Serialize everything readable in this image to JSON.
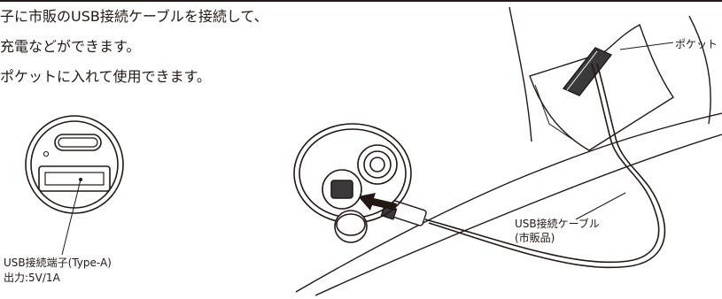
{
  "text": {
    "line1": "子に市販のUSB接続ケーブルを接続して、",
    "line2": "充電などができます。",
    "line3": "ポケットに入れて使用できます。"
  },
  "labels": {
    "port_type": "USB接続端子(Type-A)",
    "port_output": "出力:5V/1A",
    "pocket": "ポケット",
    "cable_name": "USB接続ケーブル",
    "cable_note": "(市販品)"
  },
  "colors": {
    "ink": "#231815",
    "fill_dark": "#3a3a3a",
    "fill_light": "#ffffff"
  }
}
